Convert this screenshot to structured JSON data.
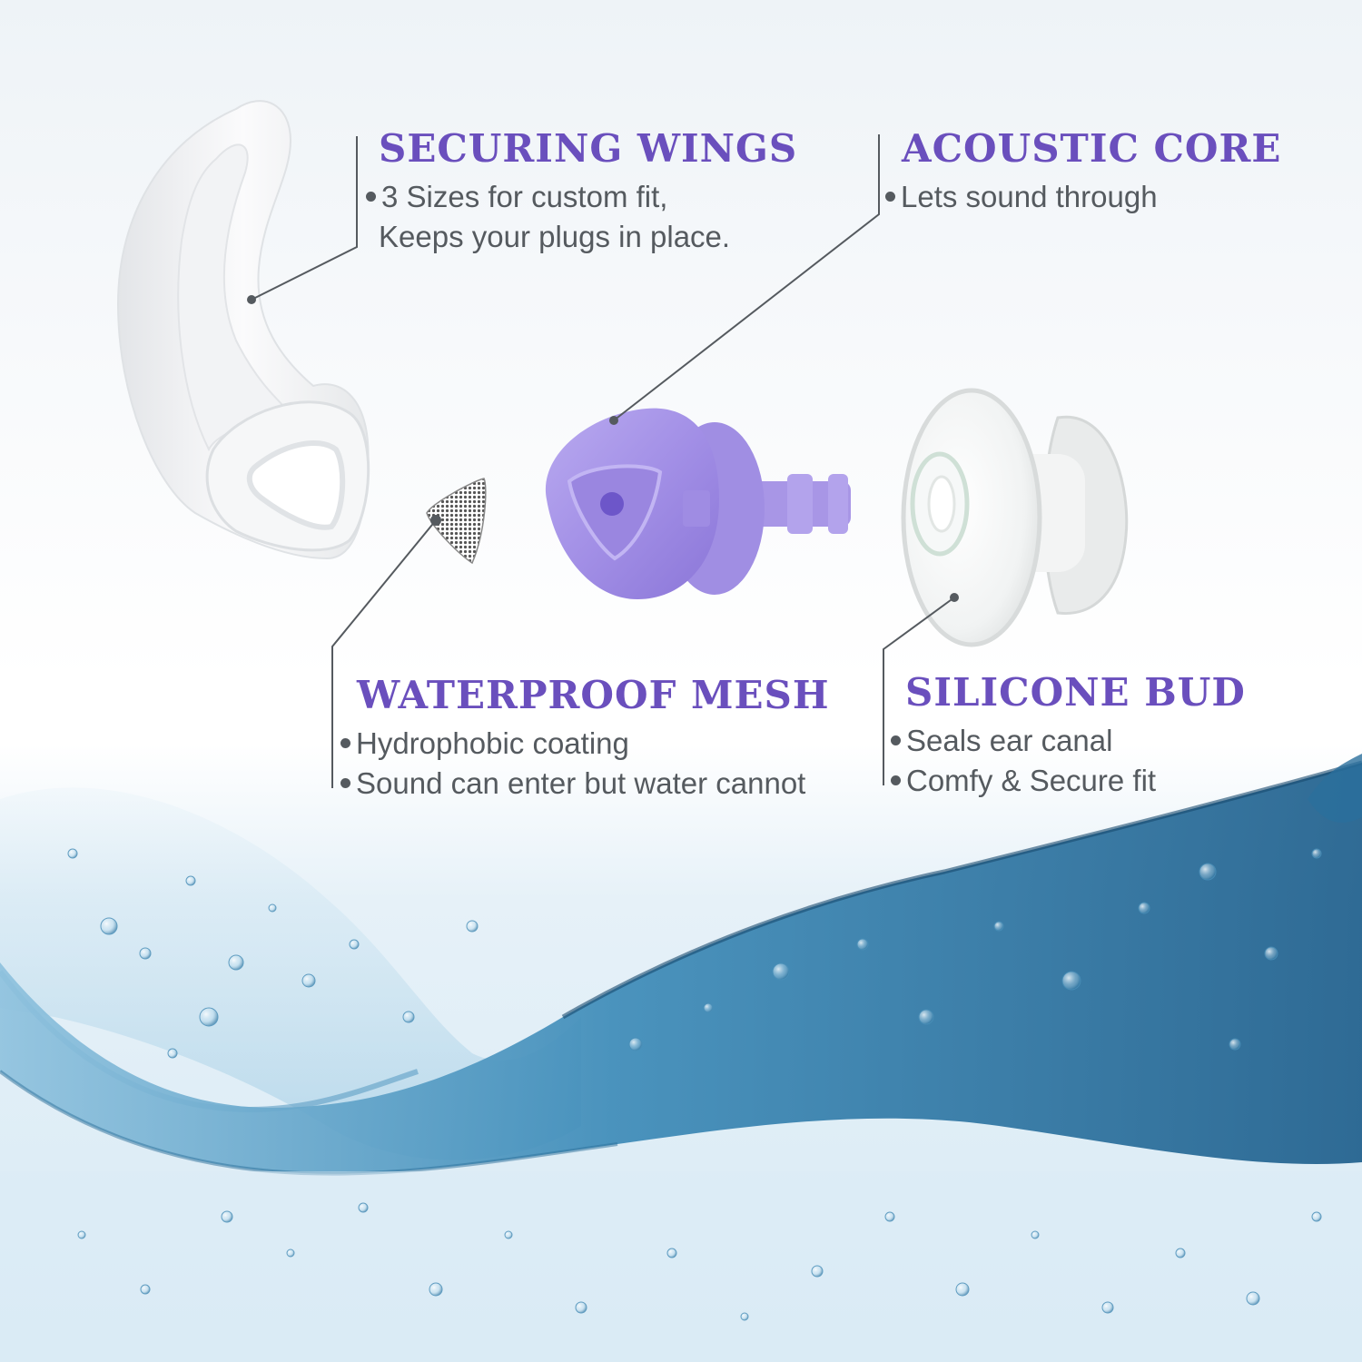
{
  "colors": {
    "title_purple": "#6a4fbd",
    "body_grey": "#555a5f",
    "leader_grey": "#555a5f",
    "earplug_purple": "#a593e6",
    "water_blue": "#2f7aa6"
  },
  "callouts": {
    "securing_wings": {
      "title": "SECURING WINGS",
      "bullets": [
        "3 Sizes for custom fit,"
      ],
      "continuation": "Keeps your plugs in place."
    },
    "acoustic_core": {
      "title": "ACOUSTIC CORE",
      "bullets": [
        "Lets sound through"
      ]
    },
    "waterproof_mesh": {
      "title": "WATERPROOF MESH",
      "bullets": [
        "Hydrophobic coating",
        "Sound can enter but water cannot"
      ]
    },
    "silicone_bud": {
      "title": "SILICONE BUD",
      "bullets": [
        "Seals ear canal",
        "Comfy & Secure fit"
      ]
    }
  },
  "products": {
    "wing": "securing-wing-image",
    "mesh": "waterproof-mesh-image",
    "core": "acoustic-core-image",
    "bud": "silicone-bud-image",
    "background": "water-wave-image"
  }
}
